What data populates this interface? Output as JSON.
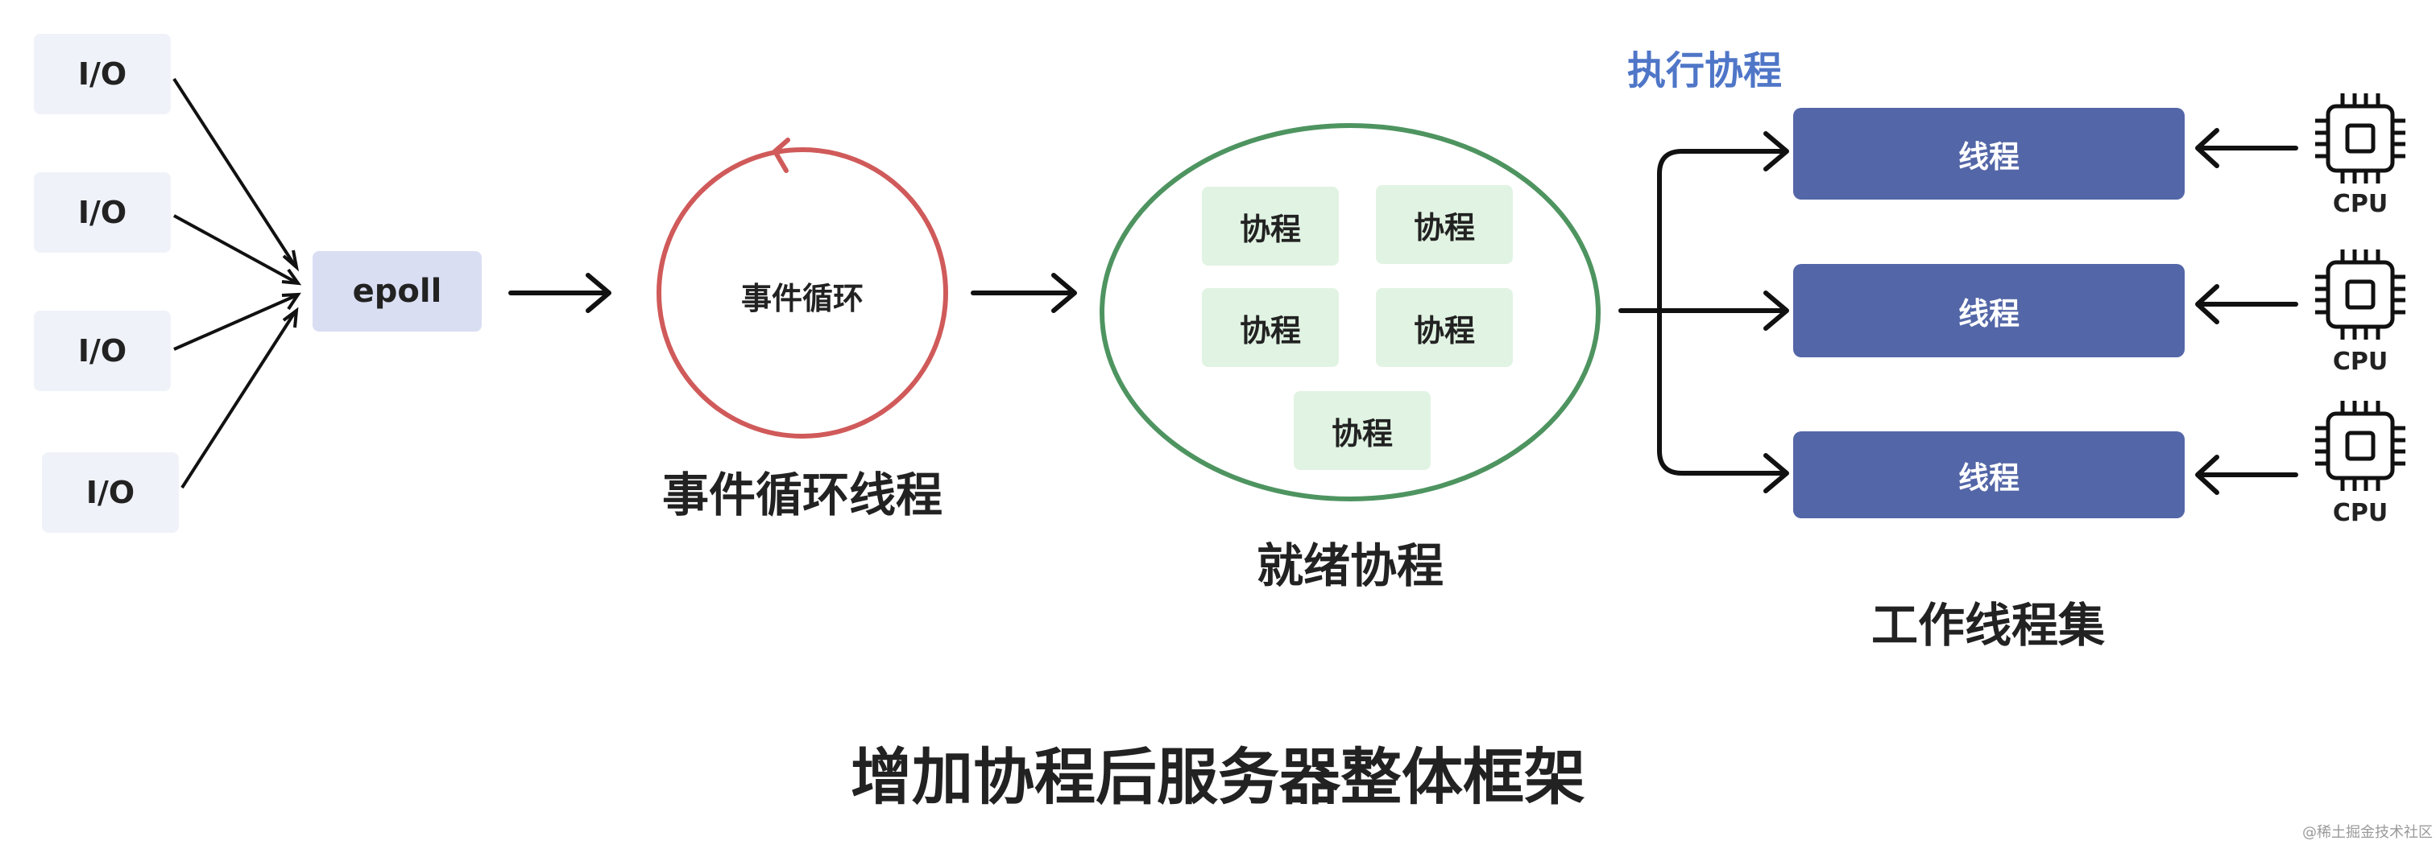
{
  "io_sources": [
    "I/O",
    "I/O",
    "I/O",
    "I/O"
  ],
  "epoll": "epoll",
  "event_loop": {
    "inner_label": "事件循环",
    "caption": "事件循环线程"
  },
  "ready_coroutines": {
    "items": [
      "协程",
      "协程",
      "协程",
      "协程",
      "协程"
    ],
    "caption": "就绪协程"
  },
  "execute_label": "执行协程",
  "worker_threads": {
    "items": [
      "线程",
      "线程",
      "线程"
    ],
    "caption": "工作线程集"
  },
  "cpus": [
    "CPU",
    "CPU",
    "CPU"
  ],
  "title": "增加协程后服务器整体框架",
  "watermark": "@稀土掘金技术社区",
  "colors": {
    "io_box": "#eff2f8",
    "epoll_box": "#d9def3",
    "event_loop_circle": "#d05a5a",
    "ready_ellipse": "#4e9460",
    "coroutine_box": "#e1f3e2",
    "thread_box": "#5366a7",
    "execute_label": "#4f76c7"
  }
}
